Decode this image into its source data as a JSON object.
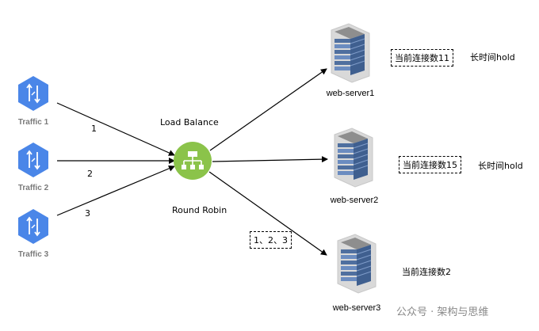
{
  "traffic": [
    {
      "label": "Traffic 1",
      "num": "1"
    },
    {
      "label": "Traffic 2",
      "num": "2"
    },
    {
      "label": "Traffic 3",
      "num": "3"
    }
  ],
  "balancer": {
    "top_label": "Load Balance",
    "bottom_label": "Round Robin"
  },
  "servers": [
    {
      "name": "web-server1",
      "conn": "当前连接数11",
      "hold": "长时间hold"
    },
    {
      "name": "web-server2",
      "conn": "当前连接数15",
      "hold": "长时间hold"
    },
    {
      "name": "web-server3",
      "conn": "当前连接数2"
    }
  ],
  "route_note": "1、2、3",
  "watermark": "公众号 · 架构与思维",
  "colors": {
    "traffic_icon": "#4a86e8",
    "balancer_icon": "#8bc34a",
    "server_blue": "#5b7fb3"
  }
}
